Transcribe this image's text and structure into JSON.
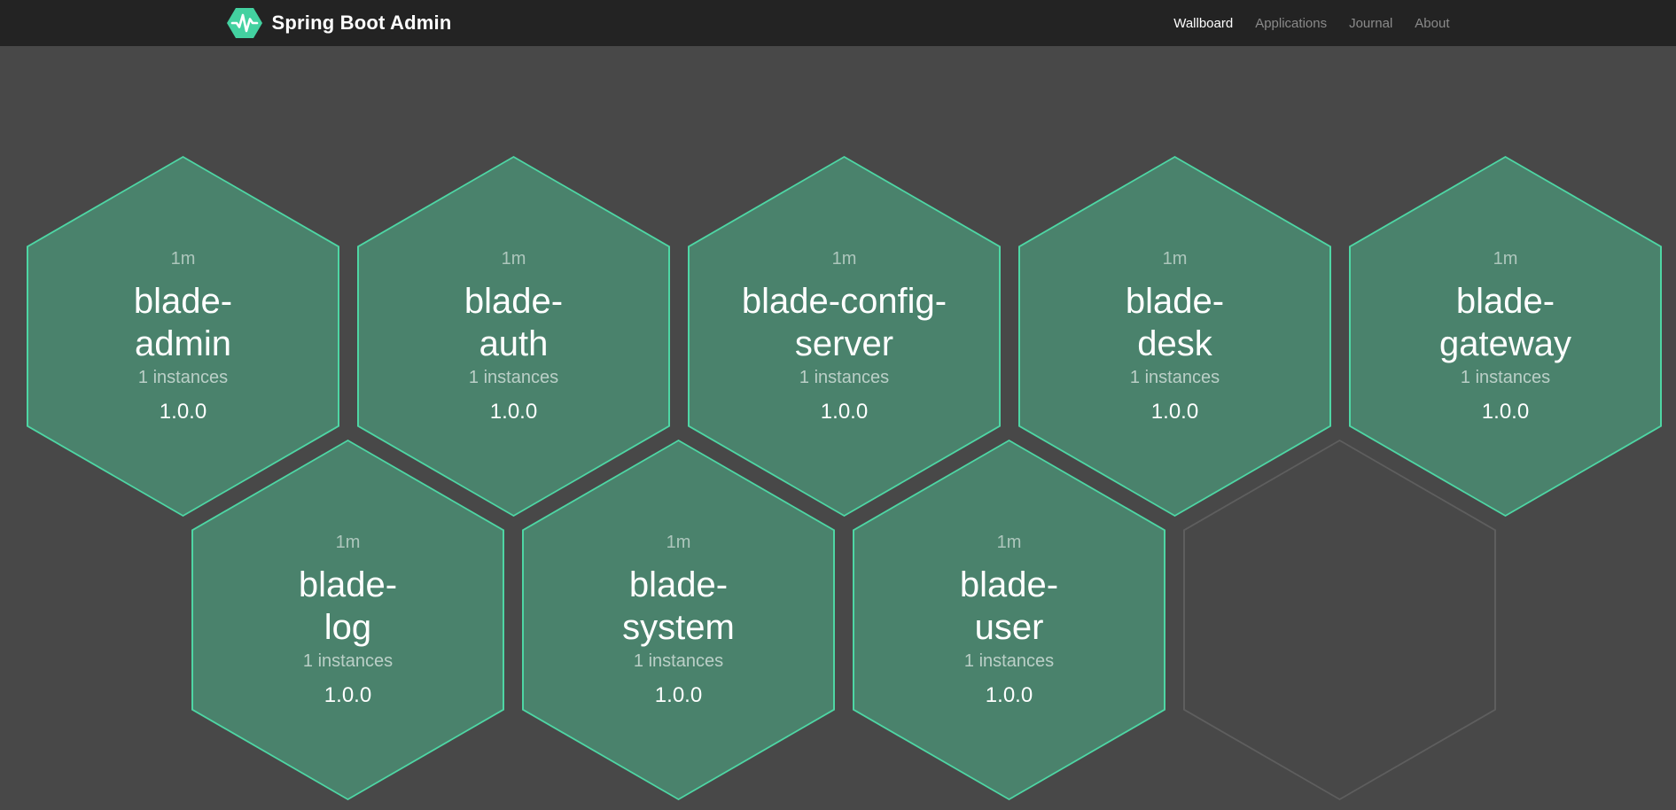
{
  "header": {
    "title": "Spring Boot Admin",
    "logo_icon": "pulse-hexagon-icon",
    "nav": [
      {
        "label": "Wallboard",
        "active": true
      },
      {
        "label": "Applications",
        "active": false
      },
      {
        "label": "Journal",
        "active": false
      },
      {
        "label": "About",
        "active": false
      }
    ]
  },
  "colors": {
    "header_bg": "#232323",
    "body_bg": "#484848",
    "hex_fill": "#4a826c",
    "hex_border": "#4ed6a4",
    "brand_green": "#43d1a0",
    "empty_hex_border": "#5e5e5e",
    "status_up_text": "#ffffff"
  },
  "wallboard": {
    "apps": [
      {
        "name": "blade-admin",
        "name_lines": [
          "blade-",
          "admin"
        ],
        "uptime": "1m",
        "instances": "1 instances",
        "version": "1.0.0"
      },
      {
        "name": "blade-auth",
        "name_lines": [
          "blade-",
          "auth"
        ],
        "uptime": "1m",
        "instances": "1 instances",
        "version": "1.0.0"
      },
      {
        "name": "blade-config-server",
        "name_lines": [
          "blade-config-",
          "server"
        ],
        "uptime": "1m",
        "instances": "1 instances",
        "version": "1.0.0"
      },
      {
        "name": "blade-desk",
        "name_lines": [
          "blade-",
          "desk"
        ],
        "uptime": "1m",
        "instances": "1 instances",
        "version": "1.0.0"
      },
      {
        "name": "blade-gateway",
        "name_lines": [
          "blade-",
          "gateway"
        ],
        "uptime": "1m",
        "instances": "1 instances",
        "version": "1.0.0"
      },
      {
        "name": "blade-log",
        "name_lines": [
          "blade-",
          "log"
        ],
        "uptime": "1m",
        "instances": "1 instances",
        "version": "1.0.0"
      },
      {
        "name": "blade-system",
        "name_lines": [
          "blade-",
          "system"
        ],
        "uptime": "1m",
        "instances": "1 instances",
        "version": "1.0.0"
      },
      {
        "name": "blade-user",
        "name_lines": [
          "blade-",
          "user"
        ],
        "uptime": "1m",
        "instances": "1 instances",
        "version": "1.0.0"
      }
    ],
    "empty_cells": 1
  }
}
